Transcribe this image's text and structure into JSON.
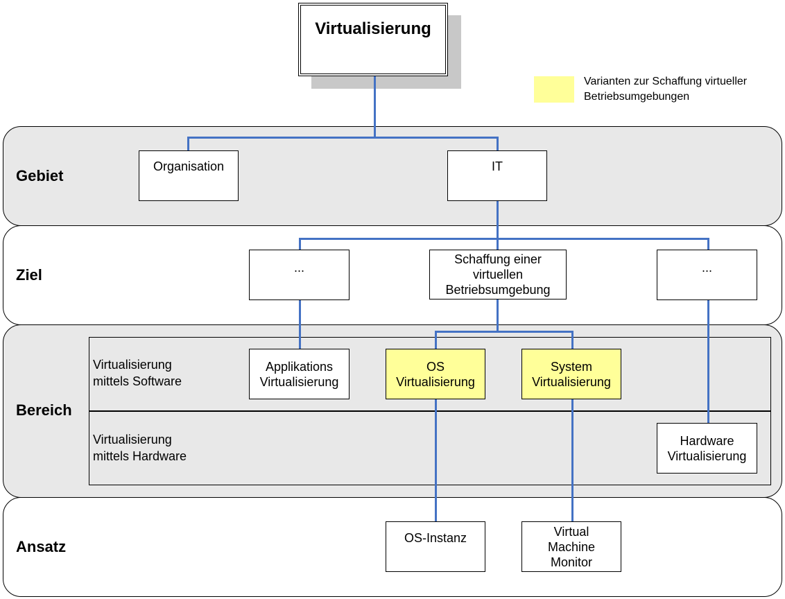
{
  "title": "Virtualisierung",
  "legend": {
    "line1": "Varianten zur Schaffung virtueller",
    "line2": "Betriebsumgebungen",
    "color": "#ffff99"
  },
  "bands": {
    "gebiet": "Gebiet",
    "ziel": "Ziel",
    "bereich": "Bereich",
    "ansatz": "Ansatz"
  },
  "bereich_rows": {
    "software": [
      "Virtualisierung",
      "mittels Software"
    ],
    "hardware": [
      "Virtualisierung",
      "mittels Hardware"
    ]
  },
  "nodes": {
    "organisation": [
      "Organisation"
    ],
    "it": [
      "IT"
    ],
    "ziel_left": [
      "..."
    ],
    "ziel_center": [
      "Schaffung einer",
      "virtuellen",
      "Betriebsumgebung"
    ],
    "ziel_right": [
      "..."
    ],
    "app_virt": [
      "Applikations",
      "Virtualisierung"
    ],
    "os_virt": [
      "OS",
      "Virtualisierung"
    ],
    "sys_virt": [
      "System",
      "Virtualisierung"
    ],
    "hw_virt": [
      "Hardware",
      "Virtualisierung"
    ],
    "os_instanz": [
      "OS-Instanz"
    ],
    "vmm": [
      "Virtual",
      "Machine",
      "Monitor"
    ]
  },
  "colors": {
    "connector": "#4472c4",
    "band_gray": "#e8e8e8",
    "highlight": "#ffff99",
    "shadow": "#c8c8c8"
  }
}
